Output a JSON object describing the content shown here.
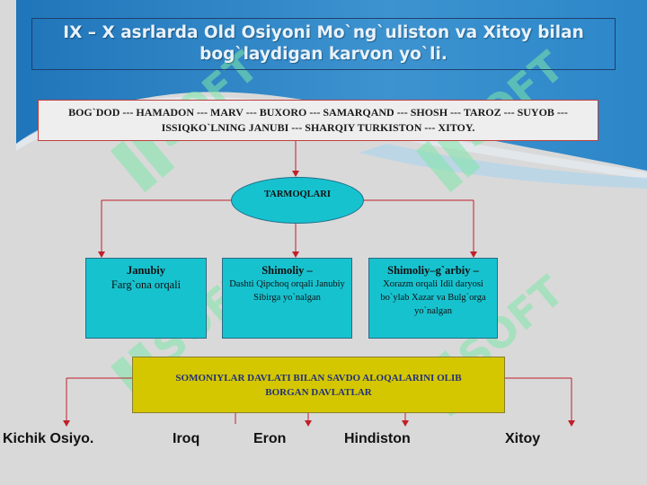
{
  "slide": {
    "title": "IX – X asrlarda Old Osiyoni Mo`ng`uliston va Xitoy bilan bog`laydigan karvon yo`li.",
    "route": "BOG`DOD --- HAMADON --- MARV --- BUXORO --- SAMARQAND --- SHOSH --- TAROZ --- SUYOB --- ISSIQKO`LNING JANUBI --- SHARQIY TURKISTON --- XITOY.",
    "hub_label": "TARMOQLARI",
    "directions": [
      {
        "heading": "Janubiy",
        "detail": "Farg`ona orqali"
      },
      {
        "heading": "Shimoliy –",
        "detail": "Dashti Qipchoq orqali Janubiy Sibirga yo`nalgan"
      },
      {
        "heading": "Shimoliy–g`arbiy –",
        "detail": "Xorazm orqali Idil daryosi bo`ylab Xazar va Bulg`orga yo`nalgan"
      }
    ],
    "trade_box": "SOMONIYLAR DAVLATI BILAN SAVDO ALOQALARINI OLIB BORGAN DAVLATLAR",
    "countries": [
      "Kichik Osiyo.",
      "Iroq",
      "Eron",
      "Hindiston",
      "Xitoy"
    ],
    "watermark": "SOFT"
  },
  "colors": {
    "background": "#d9d9d9",
    "wave_blue": "#2e86c8",
    "box_cyan": "#17c2cf",
    "box_yellow": "#d4c700",
    "connector_red": "#c0202a"
  }
}
